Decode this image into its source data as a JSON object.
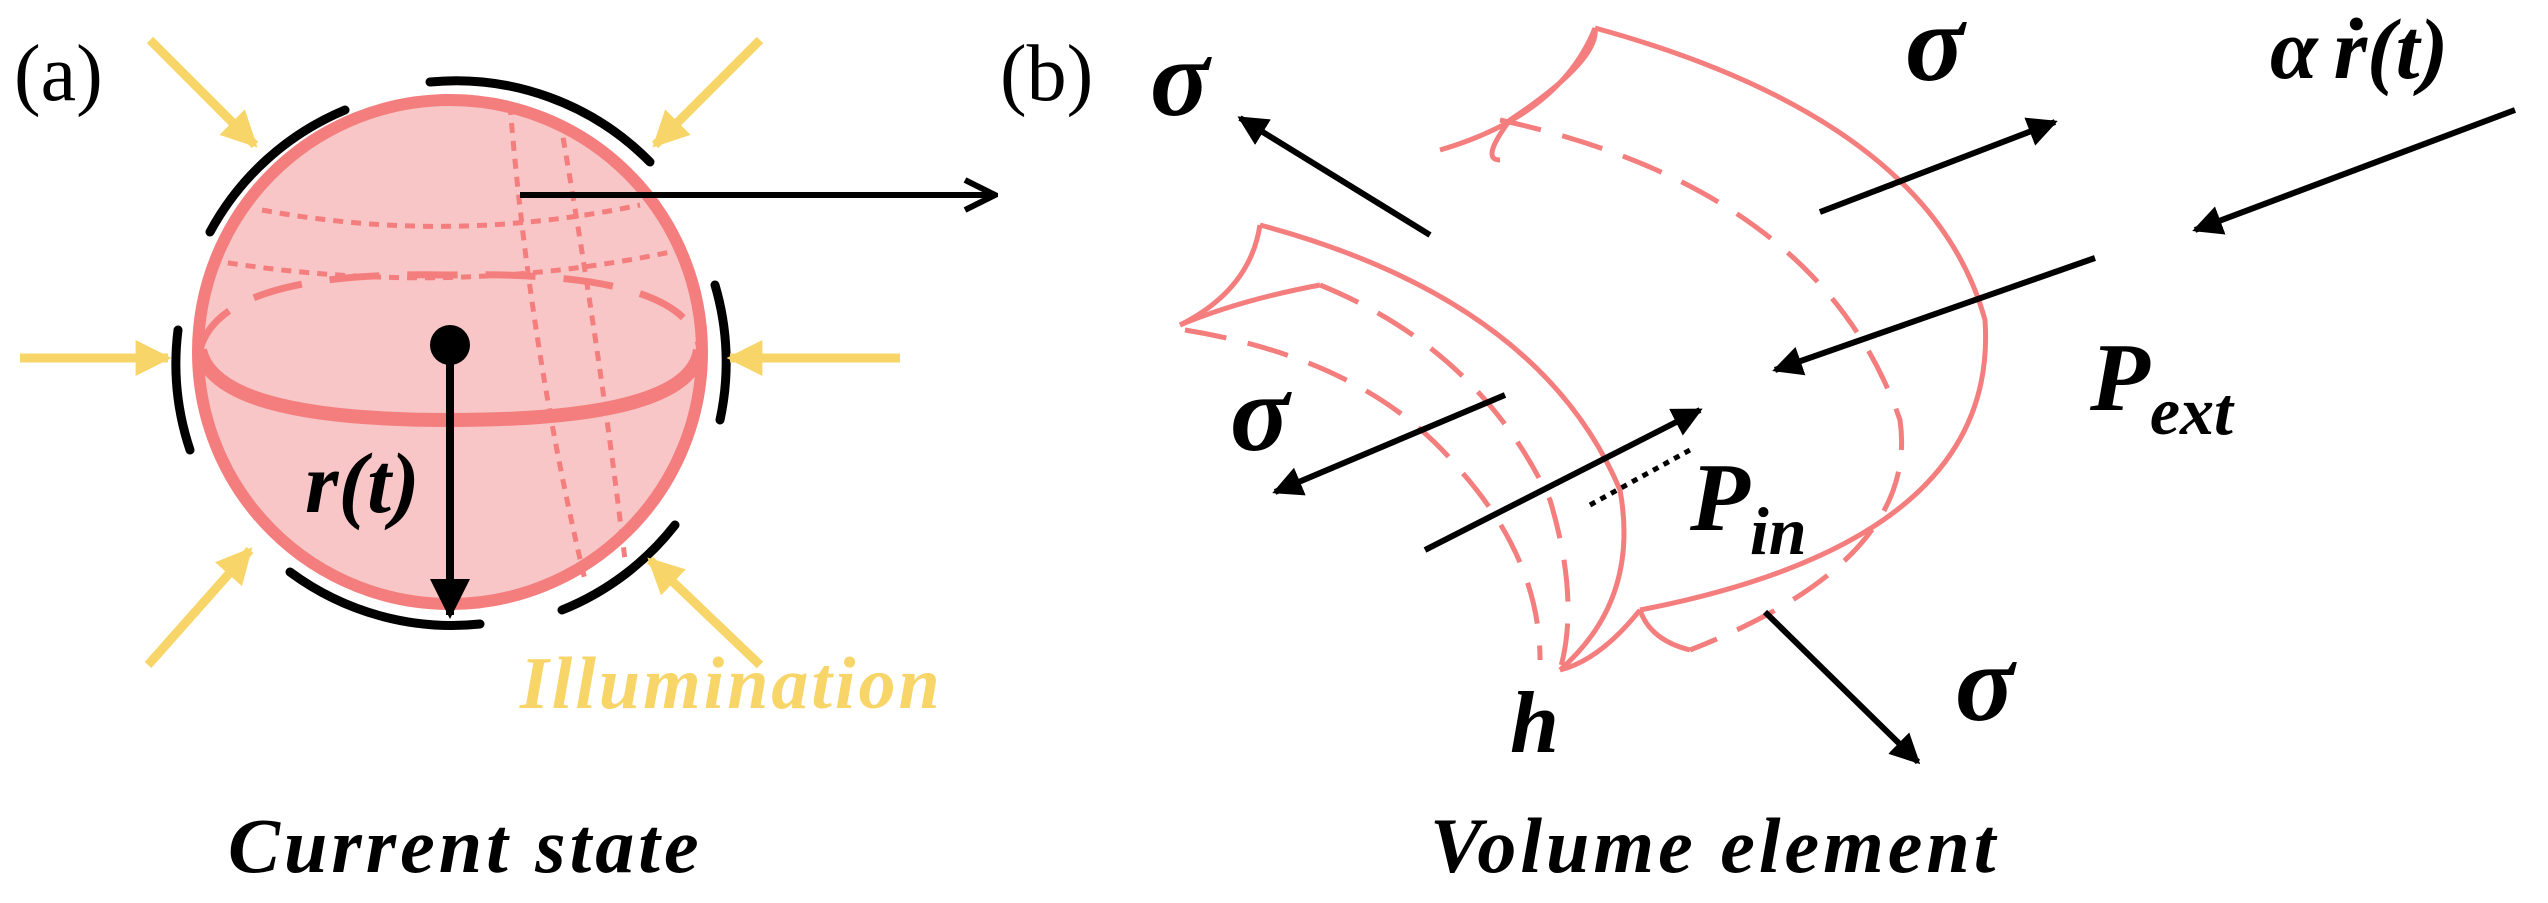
{
  "colors": {
    "sphere_fill": "#f8c6c6",
    "sphere_stroke": "#f47e7e",
    "illumination": "#f8d568",
    "arrow": "#000000"
  },
  "panel_a": {
    "label": "(a)",
    "radius_label": "r(t)",
    "illumination_label": "Illumination",
    "caption": "Current state"
  },
  "panel_b": {
    "label": "(b)",
    "stress_symbol": "σ",
    "rate_term_coef": "α",
    "rate_term_var": "ṙ(t)",
    "p_in_base": "P",
    "p_in_sub": "in",
    "p_ext_base": "P",
    "p_ext_sub": "ext",
    "thickness_label": "h",
    "caption": "Volume element"
  }
}
